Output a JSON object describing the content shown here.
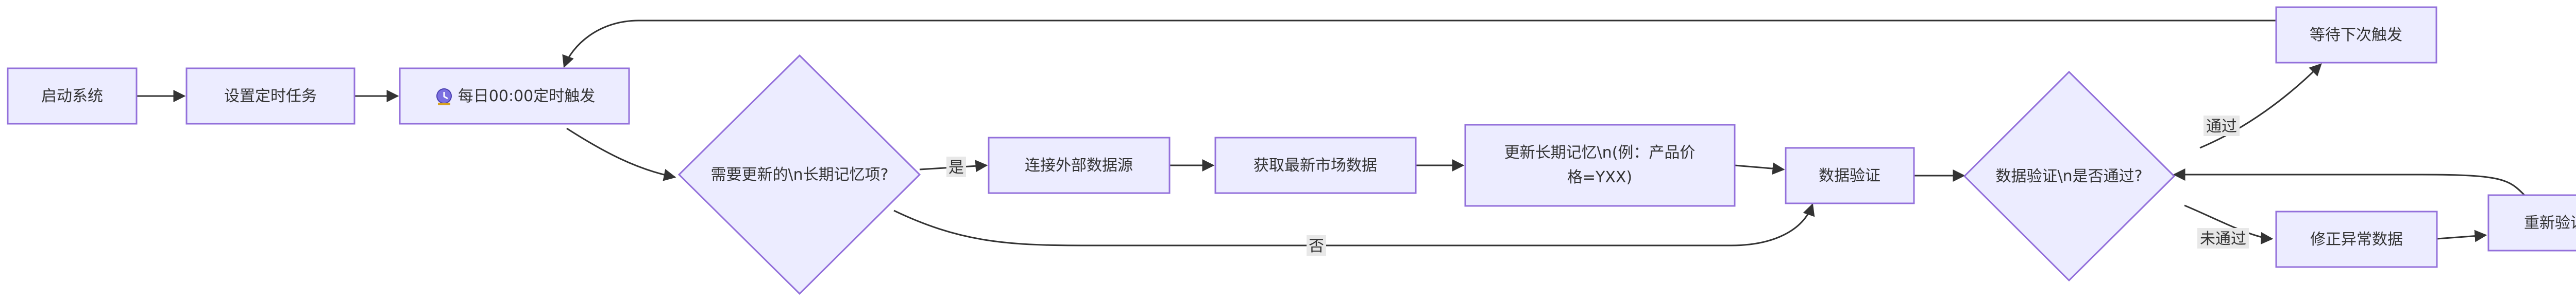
{
  "flowchart": {
    "nodes": {
      "start": "启动系统",
      "set_task": "设置定时任务",
      "trigger": "每日00:00定时触发",
      "need_update": "需要更新的\\n长期记忆项?",
      "connect": "连接外部数据源",
      "fetch": "获取最新市场数据",
      "update_line1": "更新长期记忆\\n(例：产品价",
      "update_line2": "格=YXX)",
      "validate": "数据验证",
      "validate_pass": "数据验证\\n是否通过?",
      "wait_next": "等待下次触发",
      "fix": "修正异常数据",
      "revalidate": "重新验证修正结果"
    },
    "edge_labels": {
      "yes": "是",
      "no": "否",
      "pass": "通过",
      "fail": "未通过"
    },
    "icons": {
      "trigger_icon": "clock-icon"
    }
  }
}
